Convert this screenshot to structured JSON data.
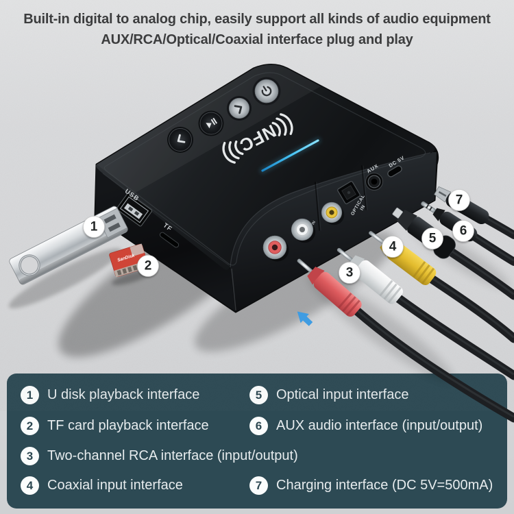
{
  "heading": {
    "line1": "Built-in digital to analog chip, easily support all kinds of audio equipment",
    "line2": "AUX/RCA/Optical/Coaxial interface plug and play"
  },
  "device": {
    "nfc_logo": "NFC",
    "port_labels": {
      "usb": "USB",
      "tf": "TF",
      "optical_line1": "OPTICAL",
      "optical_line2": "IN",
      "jack_in": "IN",
      "aux": "AUX",
      "dc_power": "DC 5V"
    },
    "microsd_brand": "SanDisk",
    "colors": {
      "led_accent": "#38bdef",
      "rca_red": "#dd5b5e",
      "rca_white": "#e9ebec",
      "rca_yellow": "#e3bc2e",
      "arrow_blue": "#3f9ce2"
    }
  },
  "callouts": {
    "numbers": [
      "1",
      "2",
      "3",
      "4",
      "5",
      "6",
      "7"
    ]
  },
  "legend": {
    "bg_color": "#2d4a54",
    "items": [
      {
        "num": "1",
        "label": "U disk playback interface"
      },
      {
        "num": "2",
        "label": "TF card playback interface"
      },
      {
        "num": "3",
        "label": "Two-channel RCA interface (input/output)"
      },
      {
        "num": "4",
        "label": "Coaxial input interface"
      },
      {
        "num": "5",
        "label": "Optical input interface"
      },
      {
        "num": "6",
        "label": "AUX audio interface (input/output)"
      },
      {
        "num": "7",
        "label": "Charging interface (DC 5V=500mA)"
      }
    ]
  }
}
